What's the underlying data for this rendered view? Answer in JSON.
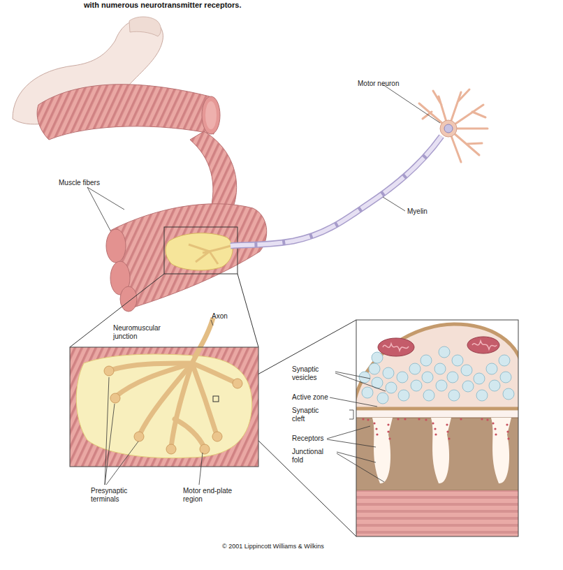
{
  "diagram": {
    "caption": "with numerous neurotransmitter receptors.",
    "labels": [
      "Motor neuron",
      "Myelin",
      "Muscle fibers",
      "Axon",
      "Neuromuscular junction",
      "Synaptic vesicles",
      "Active zone",
      "Synaptic cleft",
      "Receptors",
      "Junctional fold",
      "Presynaptic terminals",
      "Motor end-plate region",
      "© 2001 Lippincott Williams & Wilkins"
    ]
  }
}
